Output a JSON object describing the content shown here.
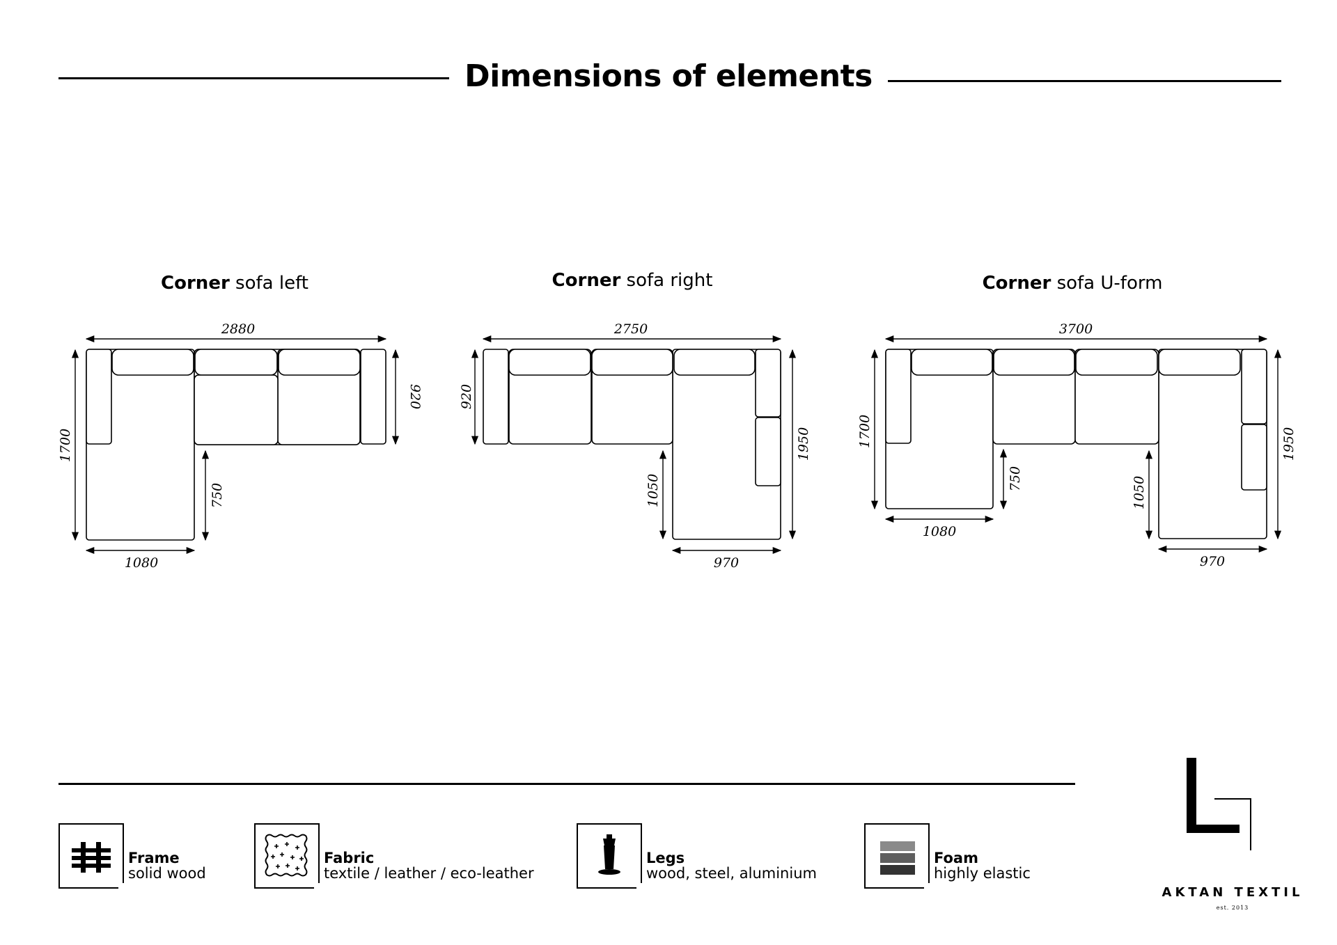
{
  "page": {
    "title": "Dimensions of elements"
  },
  "sofas": [
    {
      "bold": "Corner",
      "rest": "sofa left",
      "dimensions": {
        "width": "2880",
        "depth": "1700",
        "back_depth": "920",
        "chaise_depth": "750",
        "chaise_width": "1080"
      }
    },
    {
      "bold": "Corner",
      "rest": "sofa right",
      "dimensions": {
        "width": "2750",
        "back_depth": "920",
        "depth": "1950",
        "chaise_depth": "1050",
        "chaise_width": "970"
      }
    },
    {
      "bold": "Corner",
      "rest": "sofa U-form",
      "dimensions": {
        "width": "3700",
        "left_depth": "1700",
        "left_chaise_depth": "750",
        "left_chaise_width": "1080",
        "right_chaise_depth": "1050",
        "right_chaise_width": "970",
        "right_depth": "1950"
      }
    }
  ],
  "features": [
    {
      "label": "Frame",
      "sub": "solid wood",
      "icon": "frame-icon"
    },
    {
      "label": "Fabric",
      "sub": "textile / leather / eco-leather",
      "icon": "fabric-icon"
    },
    {
      "label": "Legs",
      "sub": "wood, steel, aluminium",
      "icon": "leg-icon"
    },
    {
      "label": "Foam",
      "sub": "highly elastic",
      "icon": "foam-icon",
      "colors": [
        "#8a8a8a",
        "#5e5e5e",
        "#333333"
      ]
    }
  ],
  "brand": {
    "name": "AKTAN TEXTIL",
    "est": "est. 2013"
  }
}
